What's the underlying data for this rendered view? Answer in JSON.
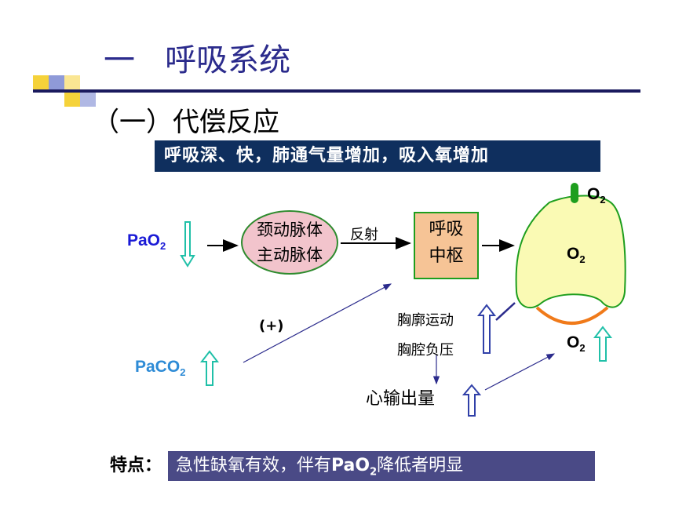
{
  "title": "一   呼吸系统",
  "subtitle": "（一）代偿反应",
  "banner": "呼吸深、快，肺通气量增加，吸入氧增加",
  "pao2": {
    "base": "PaO",
    "sub": "2"
  },
  "paco2": {
    "base": "PaCO",
    "sub": "2"
  },
  "receptors": {
    "line1": "颈动脉体",
    "line2": "主动脉体"
  },
  "reflex_label": "反射",
  "center": {
    "line1": "呼吸",
    "line2": "中枢"
  },
  "plus_label": "(+)",
  "thorax": {
    "line1": "胸廓运动",
    "line2": "胸腔负压"
  },
  "cardiac_output": "心输出量",
  "o2_top": {
    "base": "O",
    "sub": "2"
  },
  "o2_lung": {
    "base": "O",
    "sub": "2"
  },
  "o2_bottom": {
    "base": "O",
    "sub": "2"
  },
  "feature": {
    "label": "特点：",
    "text_pre": "急性缺氧有效，伴有",
    "text_bold": "PaO",
    "text_sub": "2",
    "text_post": "降低者明显"
  },
  "colors": {
    "title": "#2b2b8c",
    "banner_bg": "#0f2f5e",
    "feature_bg": "#4a4a86",
    "lung_fill": "#fafab4",
    "lung_stroke": "#1e9e1e",
    "diaphragm": "#f07a1a",
    "arrow_teal": "#20c0a8",
    "arrow_blue": "#3040a8"
  }
}
